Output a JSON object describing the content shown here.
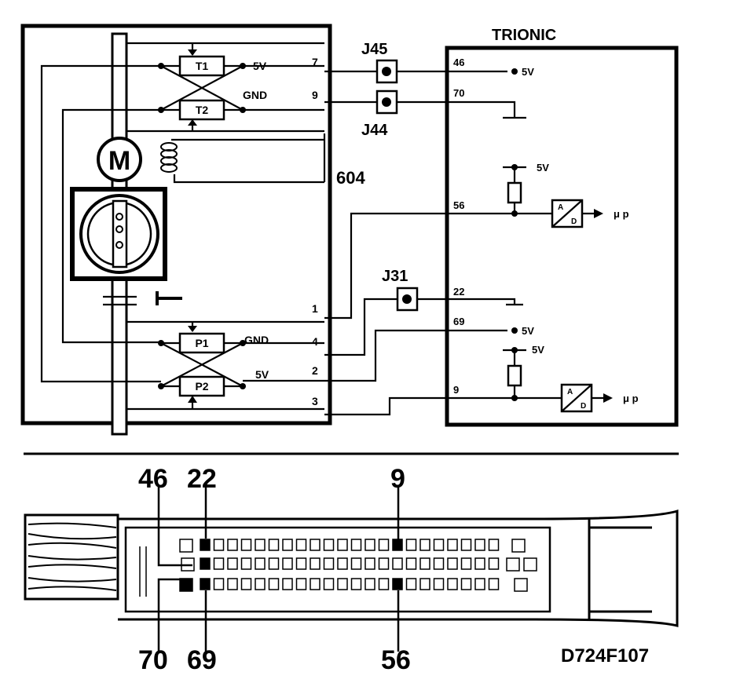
{
  "ecu_title": "TRIONIC",
  "motor_symbol": "M",
  "coil_label": "604",
  "connectors": {
    "j45": "J45",
    "j44": "J44",
    "j31": "J31"
  },
  "sensors": {
    "t1": "T1",
    "t2": "T2",
    "p1": "P1",
    "p2": "P2"
  },
  "throttle_side": {
    "t1_supply": "5V",
    "t2_ground": "GND",
    "p1_ground": "GND",
    "p2_supply": "5V",
    "pins": {
      "p7": "7",
      "p9": "9",
      "p1": "1",
      "p4": "4",
      "p2": "2",
      "p3": "3"
    }
  },
  "ecu_side": {
    "pins": {
      "p46": "46",
      "p70": "70",
      "p56": "56",
      "p22": "22",
      "p69": "69",
      "p9": "9"
    },
    "supply_46": "5V",
    "supply_pullup_a": "5V",
    "supply_69": "5V",
    "supply_pullup_b": "5V",
    "adc_a_top": "A",
    "adc_a_bottom": "D",
    "adc_b_top": "A",
    "adc_b_bottom": "D",
    "mu_p_a": "μ p",
    "mu_p_b": "μ p"
  },
  "connector_view": {
    "top_labels": {
      "c46": "46",
      "c22": "22",
      "c9": "9"
    },
    "bottom_labels": {
      "c70": "70",
      "c69": "69",
      "c56": "56"
    }
  },
  "figure_code": "D724F107"
}
